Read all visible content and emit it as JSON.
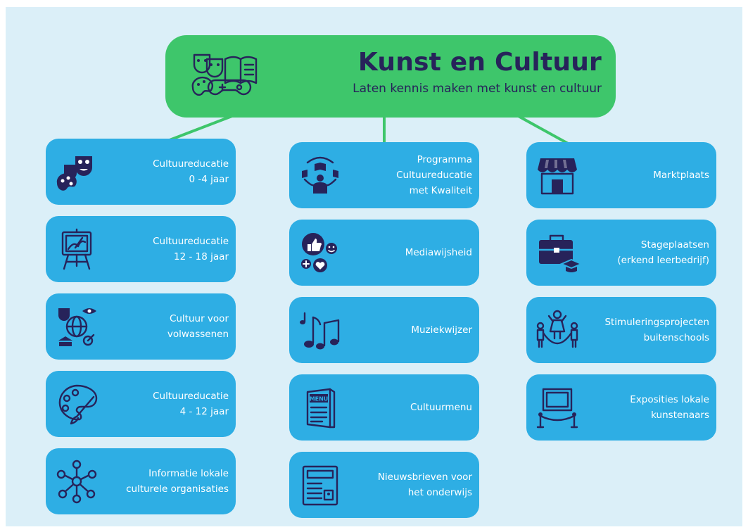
{
  "title": "Kunst en Cultuur",
  "subtitle": "Laten kennis maken met kunst en cultuur",
  "columns": [
    {
      "items": [
        {
          "label": "Cultuureducatie\n0 -4 jaar",
          "icon": "theater-masks-palette-icon"
        },
        {
          "label": "Cultuureducatie\n12 - 18 jaar",
          "icon": "painting-easel-icon"
        },
        {
          "label": "Cultuur voor\nvolwassenen",
          "icon": "culture-globe-icon"
        },
        {
          "label": "Cultuureducatie\n4 - 12 jaar",
          "icon": "palette-brush-icon"
        },
        {
          "label": "Informatie lokale\nculturele organisaties",
          "icon": "network-people-icon"
        }
      ]
    },
    {
      "items": [
        {
          "label": "Programma\nCultuureducatie\nmet Kwaliteit",
          "icon": "reading-person-icon"
        },
        {
          "label": "Mediawijsheid",
          "icon": "social-media-icon"
        },
        {
          "label": "Muziekwijzer",
          "icon": "music-notes-icon"
        },
        {
          "label": "Cultuurmenu",
          "icon": "menu-card-icon"
        },
        {
          "label": "Nieuwsbrieven voor\nhet onderwijs",
          "icon": "newspaper-icon"
        }
      ]
    },
    {
      "items": [
        {
          "label": "Marktplaats",
          "icon": "market-stall-icon"
        },
        {
          "label": "Stageplaatsen\n(erkend leerbedrijf)",
          "icon": "briefcase-graduation-icon"
        },
        {
          "label": "Stimuleringsprojecten\nbuitenschools",
          "icon": "children-jump-rope-icon"
        },
        {
          "label": "Exposities lokale\nkunstenaars",
          "icon": "exhibition-frame-icon"
        }
      ]
    }
  ],
  "colors": {
    "background": "#dbeff8",
    "header": "#3ec66b",
    "card": "#2eaee4",
    "connector": "#3ec66b",
    "title_text": "#27235a",
    "card_text": "#ffffff"
  }
}
